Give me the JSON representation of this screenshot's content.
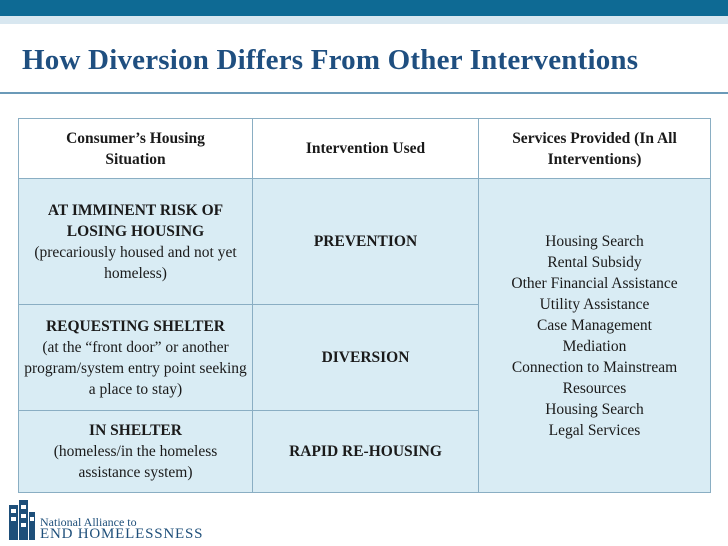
{
  "slide": {
    "title": "How Diversion Differs From Other Interventions"
  },
  "table": {
    "headers": [
      "Consumer’s Housing Situation",
      "Intervention Used",
      "Services Provided (In All Interventions)"
    ],
    "rows": [
      {
        "situation": "AT IMMINENT RISK OF LOSING HOUSING",
        "situation_detail": "(precariously housed and not yet homeless)",
        "intervention": "PREVENTION"
      },
      {
        "situation": "REQUESTING SHELTER",
        "situation_detail": "(at the “front door” or another program/system entry point seeking a place to stay)",
        "intervention": "DIVERSION"
      },
      {
        "situation": "IN SHELTER",
        "situation_detail": "(homeless/in the homeless assistance system)",
        "intervention": "RAPID RE-HOUSING"
      }
    ],
    "services": [
      "Housing Search",
      "Rental Subsidy",
      "Other Financial Assistance",
      "Utility Assistance",
      "Case Management",
      "Mediation",
      "Connection to Mainstream Resources",
      "Housing Search",
      "Legal Services"
    ]
  },
  "logo": {
    "line1": "National Alliance to",
    "line2": "END HOMELESSNESS",
    "icon": "building-logo-icon",
    "color": "#1e4f7a"
  },
  "colors": {
    "accent_band": "#0e6a94",
    "title": "#1f4f80",
    "cell_fill": "#d9ecf4",
    "grid_line": "#8aaec3"
  }
}
